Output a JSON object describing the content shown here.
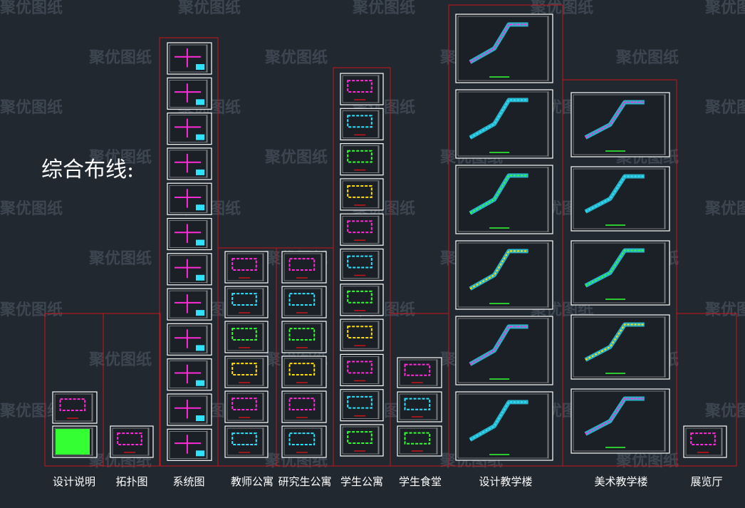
{
  "watermark": "聚优图纸",
  "heading": "综合布线:",
  "groups": [
    {
      "id": "design-notes",
      "label": "设计说明",
      "sheets": 2
    },
    {
      "id": "topology",
      "label": "拓扑图",
      "sheets": 1
    },
    {
      "id": "system",
      "label": "系统图",
      "sheets": 12
    },
    {
      "id": "teacher-apt",
      "label": "教师公寓",
      "sheets": 6
    },
    {
      "id": "grad-apt",
      "label": "研究生公寓",
      "sheets": 6
    },
    {
      "id": "student-apt",
      "label": "学生公寓",
      "sheets": 11
    },
    {
      "id": "canteen",
      "label": "学生食堂",
      "sheets": 3
    },
    {
      "id": "design-bldg",
      "label": "设计教学楼",
      "sheets": 6
    },
    {
      "id": "art-bldg",
      "label": "美术教学楼",
      "sheets": 5
    },
    {
      "id": "exhibition",
      "label": "展览厅",
      "sheets": 1
    }
  ],
  "colors": {
    "background": "#212830",
    "frame": "#c8151b",
    "sheet": "#ffffff",
    "drawing_magenta": "#ff2bd6",
    "drawing_cyan": "#2fe3ff",
    "drawing_green": "#33ff33",
    "drawing_yellow": "#ffe000"
  }
}
